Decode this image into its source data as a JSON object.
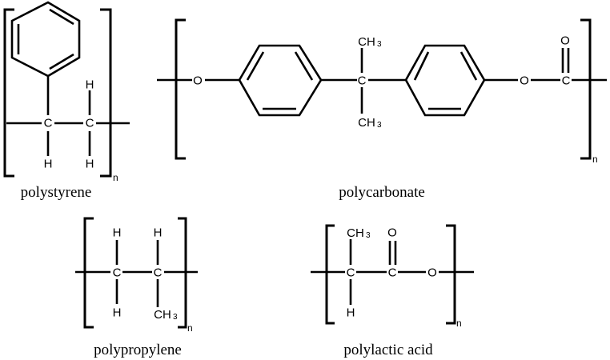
{
  "figure": {
    "type": "chemical-structures",
    "structures": [
      {
        "id": "polystyrene",
        "name": "polystyrene",
        "atoms": {
          "c1": "C",
          "c2": "C",
          "h_top": "H",
          "h_bottom1": "H",
          "h_bottom2": "H"
        },
        "repeat": "n"
      },
      {
        "id": "polycarbonate",
        "name": "polycarbonate",
        "atoms": {
          "o1": "O",
          "c_center": "C",
          "ch3_top": "CH",
          "ch3_top_sub": "3",
          "ch3_bottom": "CH",
          "ch3_bottom_sub": "3",
          "o2": "O",
          "c_carbonyl": "C",
          "o_carbonyl": "O"
        },
        "repeat": "n"
      },
      {
        "id": "polypropylene",
        "name": "polypropylene",
        "atoms": {
          "c1": "C",
          "c2": "C",
          "h1_top": "H",
          "h2_top": "H",
          "h1_bottom": "H",
          "ch3": "CH",
          "ch3_sub": "3"
        },
        "repeat": "n"
      },
      {
        "id": "polylactic-acid",
        "name": "polylactic acid",
        "atoms": {
          "c1": "C",
          "c2": "C",
          "o_ester": "O",
          "o_carbonyl": "O",
          "ch3": "CH",
          "ch3_sub": "3",
          "h": "H"
        },
        "repeat": "n"
      }
    ]
  }
}
